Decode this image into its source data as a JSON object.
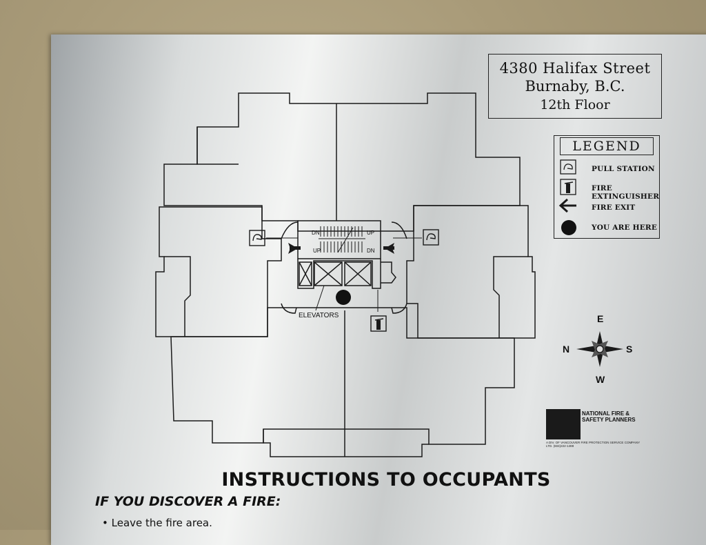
{
  "address": {
    "line1": "4380 Halifax Street",
    "line2": "Burnaby, B.C.",
    "line3": "12th Floor"
  },
  "legend": {
    "title": "LEGEND",
    "items": [
      {
        "icon": "pull-station-icon",
        "label": "PULL STATION"
      },
      {
        "icon": "fire-extinguisher-icon",
        "label": "FIRE EXTINGUISHER"
      },
      {
        "icon": "fire-exit-arrow-icon",
        "label": "FIRE EXIT"
      },
      {
        "icon": "you-are-here-dot-icon",
        "label": "YOU ARE HERE"
      }
    ]
  },
  "map": {
    "elevators_label": "ELEVATORS",
    "stair_labels": [
      "DN",
      "UP",
      "UP",
      "DN"
    ]
  },
  "compass": {
    "north": "N",
    "south": "S",
    "east": "E",
    "west": "W"
  },
  "logo": {
    "name": "NATIONAL FIRE & SAFETY PLANNERS",
    "sub": "A DIV. OF VANCOUVER FIRE PROTECTION SERVICE COMPANY LTD. (604)222-1488"
  },
  "instructions": {
    "heading": "INSTRUCTIONS TO OCCUPANTS",
    "subheading": "IF YOU DISCOVER A FIRE:",
    "bullet1": "Leave the fire area."
  },
  "colors": {
    "plate": "#e2e4e4",
    "ink": "#111111",
    "wall": "#a89a78"
  }
}
